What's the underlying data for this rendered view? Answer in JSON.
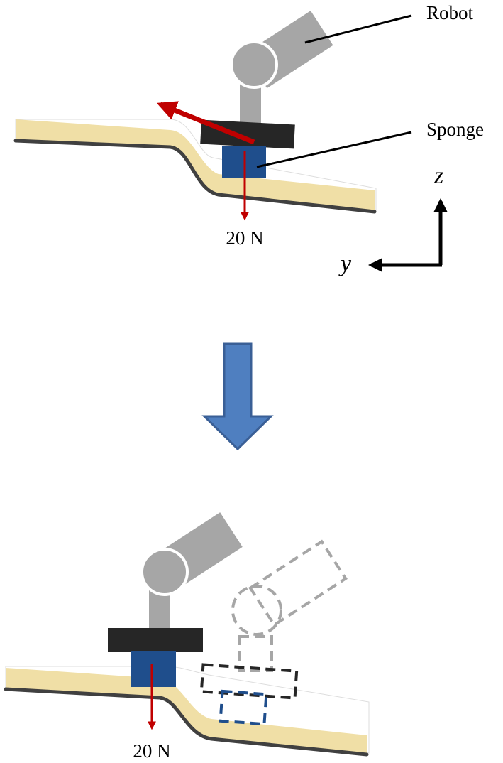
{
  "panels": {
    "top": {
      "robot_label": "Robot",
      "sponge_label": "Sponge",
      "force_label": "20 N",
      "axis_z": "z",
      "axis_y": "y"
    },
    "bottom": {
      "force_label": "20 N"
    }
  },
  "colors": {
    "surface": "#f0dfa6",
    "surface_edge": "#404040",
    "robot_arm": "#a6a6a6",
    "tool_plate": "#262626",
    "sponge": "#1f4e8c",
    "force_arrow": "#c00000",
    "transition_arrow": "#4f7fc0",
    "ghost": "#a6a6a6"
  }
}
